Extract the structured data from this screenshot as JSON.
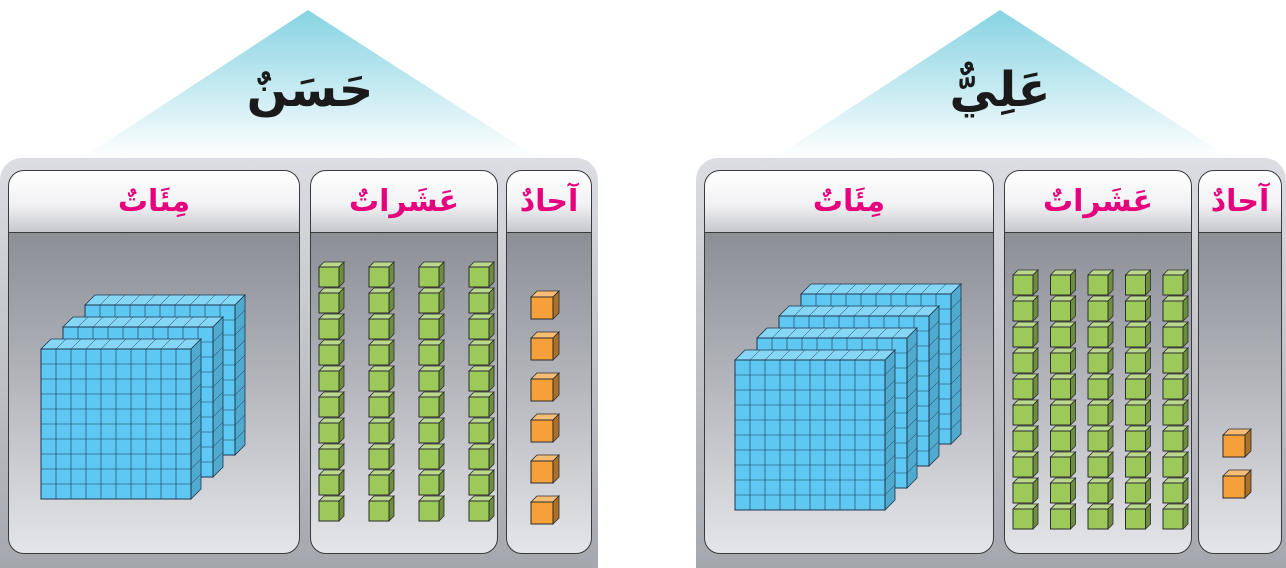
{
  "houses": [
    {
      "id": "hasan",
      "name": "حَسَنٌ",
      "columns": {
        "hundreds": "مِئَاتٌ",
        "tens": "عَشَراتٌ",
        "ones": "آحادٌ"
      },
      "counts": {
        "hundreds": 3,
        "tens": 4,
        "ones": 6
      }
    },
    {
      "id": "ali",
      "name": "عَلِيٌّ",
      "columns": {
        "hundreds": "مِئَاتٌ",
        "tens": "عَشَراتٌ",
        "ones": "آحادٌ"
      },
      "counts": {
        "hundreds": 4,
        "tens": 5,
        "ones": 2
      }
    }
  ],
  "colors": {
    "hundreds_block": "#5ec8f2",
    "tens_block": "#9cc95a",
    "ones_block": "#f5a03a",
    "column_label": "#e6007e",
    "roof": "#9fdce8"
  }
}
